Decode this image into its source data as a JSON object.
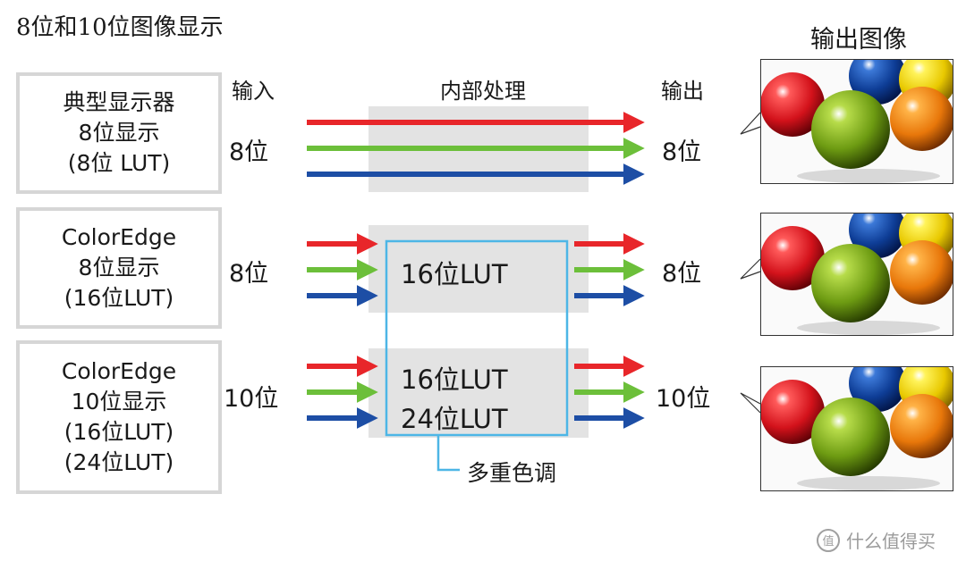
{
  "title": "8位和10位图像显示",
  "headers": {
    "input": "输入",
    "internal": "内部处理",
    "output": "输出",
    "output_image": "输出图像"
  },
  "rows": [
    {
      "panel_lines": [
        "典型显示器",
        "8位显示",
        "(8位 LUT)"
      ],
      "input": "8位",
      "output": "8位",
      "lut_lines": []
    },
    {
      "panel_lines": [
        "ColorEdge",
        "8位显示",
        "(16位LUT)"
      ],
      "input": "8位",
      "output": "8位",
      "lut_lines": [
        "16位LUT"
      ]
    },
    {
      "panel_lines": [
        "ColorEdge",
        "10位显示",
        "(16位LUT)",
        "(24位LUT)"
      ],
      "input": "10位",
      "output": "10位",
      "lut_lines": [
        "16位LUT",
        "24位LUT"
      ]
    }
  ],
  "callout": "多重色调",
  "watermark": "什么值得买",
  "colors": {
    "red_arrow": "#e8262a",
    "green_arrow": "#6cbf3a",
    "blue_arrow": "#1d4ea5",
    "lut_border": "#4db6e6",
    "process_bg": "#e3e3e3",
    "panel_border": "#d6d6d6"
  }
}
